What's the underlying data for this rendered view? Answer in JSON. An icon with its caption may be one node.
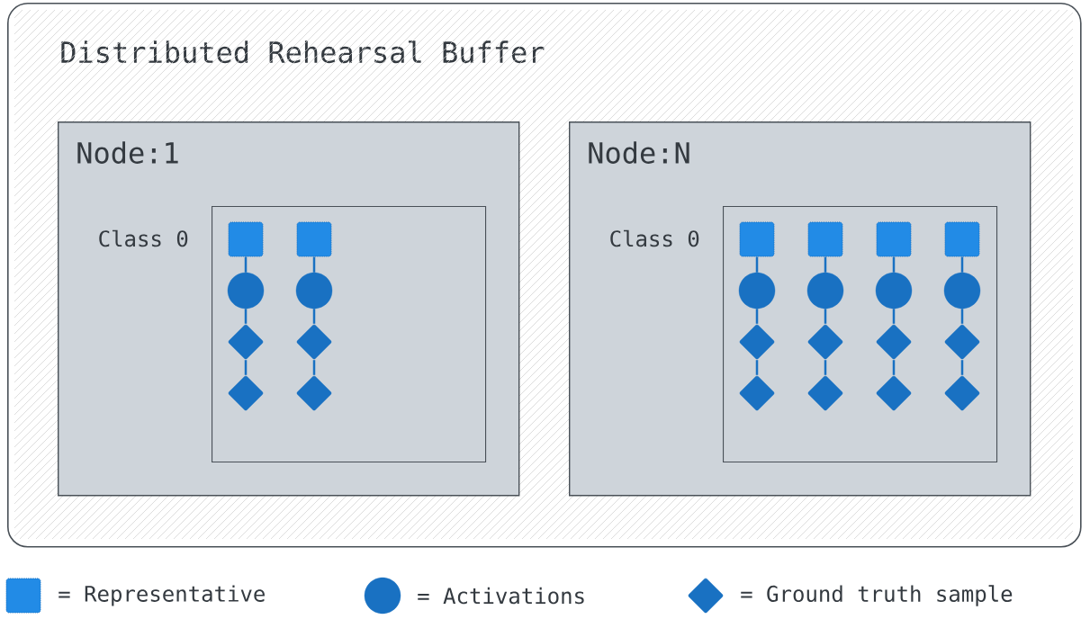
{
  "diagram": {
    "nodes": [
      {
        "text": [
          "Distributed Rehearsal Buffer"
        ]
      },
      {
        "text": [
          "Node:1"
        ],
        "in": 0
      },
      {
        "text": [],
        "shape": "box",
        "in": 1,
        "beside": [
          "Class 0"
        ]
      },
      {
        "text": [],
        "shape": "box",
        "in": 2
      },
      {
        "text": [],
        "shape": "circle",
        "in": 2
      },
      {
        "text": [],
        "shape": "diamond",
        "in": 2
      },
      {
        "text": [],
        "shape": "diamond",
        "in": 2
      },
      {
        "text": [],
        "shape": "box",
        "in": 2
      },
      {
        "text": [],
        "shape": "circle",
        "in": 2
      },
      {
        "text": [],
        "shape": "diamond",
        "in": 2
      },
      {
        "text": [],
        "shape": "diamond",
        "in": 2
      },
      {
        "text": [
          "Node:N"
        ],
        "in": 0
      },
      {
        "text": [],
        "shape": "box",
        "in": 11,
        "beside": [
          "Class 0"
        ]
      },
      {
        "text": [],
        "shape": "box",
        "in": 12
      },
      {
        "text": [],
        "shape": "circle",
        "in": 12
      },
      {
        "text": [],
        "shape": "diamond",
        "in": 12
      },
      {
        "text": [],
        "shape": "diamond",
        "in": 12
      },
      {
        "text": [],
        "shape": "box",
        "in": 12
      },
      {
        "text": [],
        "shape": "circle",
        "in": 12
      },
      {
        "text": [],
        "shape": "diamond",
        "in": 12
      },
      {
        "text": [],
        "shape": "diamond",
        "in": 12
      },
      {
        "text": [],
        "shape": "box",
        "in": 12
      },
      {
        "text": [],
        "shape": "circle",
        "in": 12
      },
      {
        "text": [],
        "shape": "diamond",
        "in": 12
      },
      {
        "text": [],
        "shape": "diamond",
        "in": 12
      },
      {
        "text": [],
        "shape": "box",
        "in": 12
      },
      {
        "text": [],
        "shape": "circle",
        "in": 12
      },
      {
        "text": [],
        "shape": "diamond",
        "in": 12
      },
      {
        "text": [],
        "shape": "diamond",
        "in": 12
      }
    ],
    "edges": [
      {
        "from": 3,
        "to": 4,
        "arrow": "none"
      },
      {
        "from": 4,
        "to": 5,
        "arrow": "none"
      },
      {
        "from": 5,
        "to": 6,
        "arrow": "none"
      },
      {
        "from": 7,
        "to": 8,
        "arrow": "none"
      },
      {
        "from": 8,
        "to": 9,
        "arrow": "none"
      },
      {
        "from": 9,
        "to": 10,
        "arrow": "none"
      },
      {
        "from": 13,
        "to": 14,
        "arrow": "none"
      },
      {
        "from": 14,
        "to": 15,
        "arrow": "none"
      },
      {
        "from": 15,
        "to": 16,
        "arrow": "none"
      },
      {
        "from": 17,
        "to": 18,
        "arrow": "none"
      },
      {
        "from": 18,
        "to": 19,
        "arrow": "none"
      },
      {
        "from": 19,
        "to": 20,
        "arrow": "none"
      },
      {
        "from": 21,
        "to": 22,
        "arrow": "none"
      },
      {
        "from": 22,
        "to": 23,
        "arrow": "none"
      },
      {
        "from": 23,
        "to": 24,
        "arrow": "none"
      },
      {
        "from": 25,
        "to": 26,
        "arrow": "none"
      },
      {
        "from": 26,
        "to": 27,
        "arrow": "none"
      },
      {
        "from": 27,
        "to": 28,
        "arrow": "none"
      }
    ],
    "legend": [
      {
        "text": "= Representative"
      },
      {
        "text": "= Activations"
      },
      {
        "text": "= Ground truth sample"
      }
    ]
  }
}
